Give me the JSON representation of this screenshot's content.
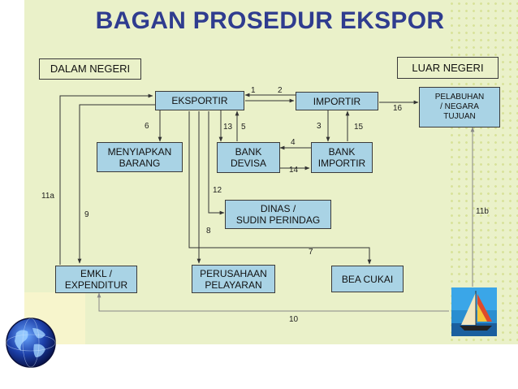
{
  "title": "BAGAN PROSEDUR EKSPOR",
  "boxes": {
    "dalam_negeri": "DALAM NEGERI",
    "luar_negeri": "LUAR NEGERI",
    "eksportir": "EKSPORTIR",
    "importir": "IMPORTIR",
    "pelabuhan": "PELABUHAN\n/ NEGARA\nTUJUAN",
    "menyiapkan": "MENYIAPKAN\nBARANG",
    "bank_devisa": "BANK\nDEVISA",
    "bank_importir": "BANK\nIMPORTIR",
    "dinas": "DINAS /\nSUDIN PERINDAG",
    "emkl": "EMKL /\nEXPENDITUR",
    "perusahaan": "PERUSAHAAN\nPELAYARAN",
    "bea_cukai": "BEA CUKAI"
  },
  "steps": {
    "s1": "1",
    "s2": "2",
    "s3": "3",
    "s4": "4",
    "s5": "5",
    "s6": "6",
    "s7": "7",
    "s8": "8",
    "s9": "9",
    "s10": "10",
    "s11a": "11a",
    "s11b": "11b",
    "s12": "12",
    "s13": "13",
    "s14": "14",
    "s15": "15",
    "s16": "16"
  },
  "icons": {
    "globe": "globe-icon",
    "ship": "sailboat-icon"
  }
}
